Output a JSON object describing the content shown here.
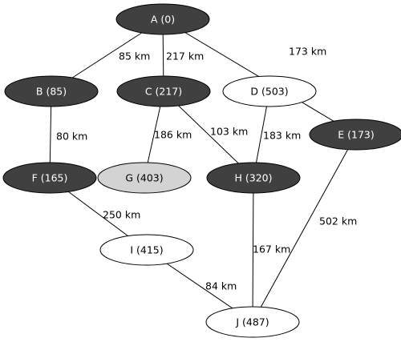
{
  "colors": {
    "visited_fill": "#404040",
    "visited_text": "#ffffff",
    "frontier_fill": "#d3d3d3",
    "frontier_text": "#000000",
    "unvisited_fill": "#ffffff",
    "unvisited_text": "#000000",
    "edge": "#000000"
  },
  "nodes": [
    {
      "id": "A",
      "label": "A (0)",
      "state": "visited"
    },
    {
      "id": "B",
      "label": "B (85)",
      "state": "visited"
    },
    {
      "id": "C",
      "label": "C (217)",
      "state": "visited"
    },
    {
      "id": "D",
      "label": "D (503)",
      "state": "unvisited"
    },
    {
      "id": "E",
      "label": "E (173)",
      "state": "visited"
    },
    {
      "id": "F",
      "label": "F (165)",
      "state": "visited"
    },
    {
      "id": "G",
      "label": "G (403)",
      "state": "frontier"
    },
    {
      "id": "H",
      "label": "H (320)",
      "state": "visited"
    },
    {
      "id": "I",
      "label": "I (415)",
      "state": "unvisited"
    },
    {
      "id": "J",
      "label": "J (487)",
      "state": "unvisited"
    }
  ],
  "edges": [
    {
      "from": "A",
      "to": "B",
      "label": "85 km"
    },
    {
      "from": "A",
      "to": "C",
      "label": "217 km"
    },
    {
      "from": "A",
      "to": "E",
      "label": "173 km"
    },
    {
      "from": "B",
      "to": "F",
      "label": "80 km"
    },
    {
      "from": "C",
      "to": "G",
      "label": "186 km"
    },
    {
      "from": "C",
      "to": "H",
      "label": "103 km"
    },
    {
      "from": "D",
      "to": "H",
      "label": "183 km"
    },
    {
      "from": "F",
      "to": "I",
      "label": "250 km"
    },
    {
      "from": "H",
      "to": "J",
      "label": "167 km"
    },
    {
      "from": "E",
      "to": "J",
      "label": "502 km"
    },
    {
      "from": "I",
      "to": "J",
      "label": "84 km"
    }
  ]
}
